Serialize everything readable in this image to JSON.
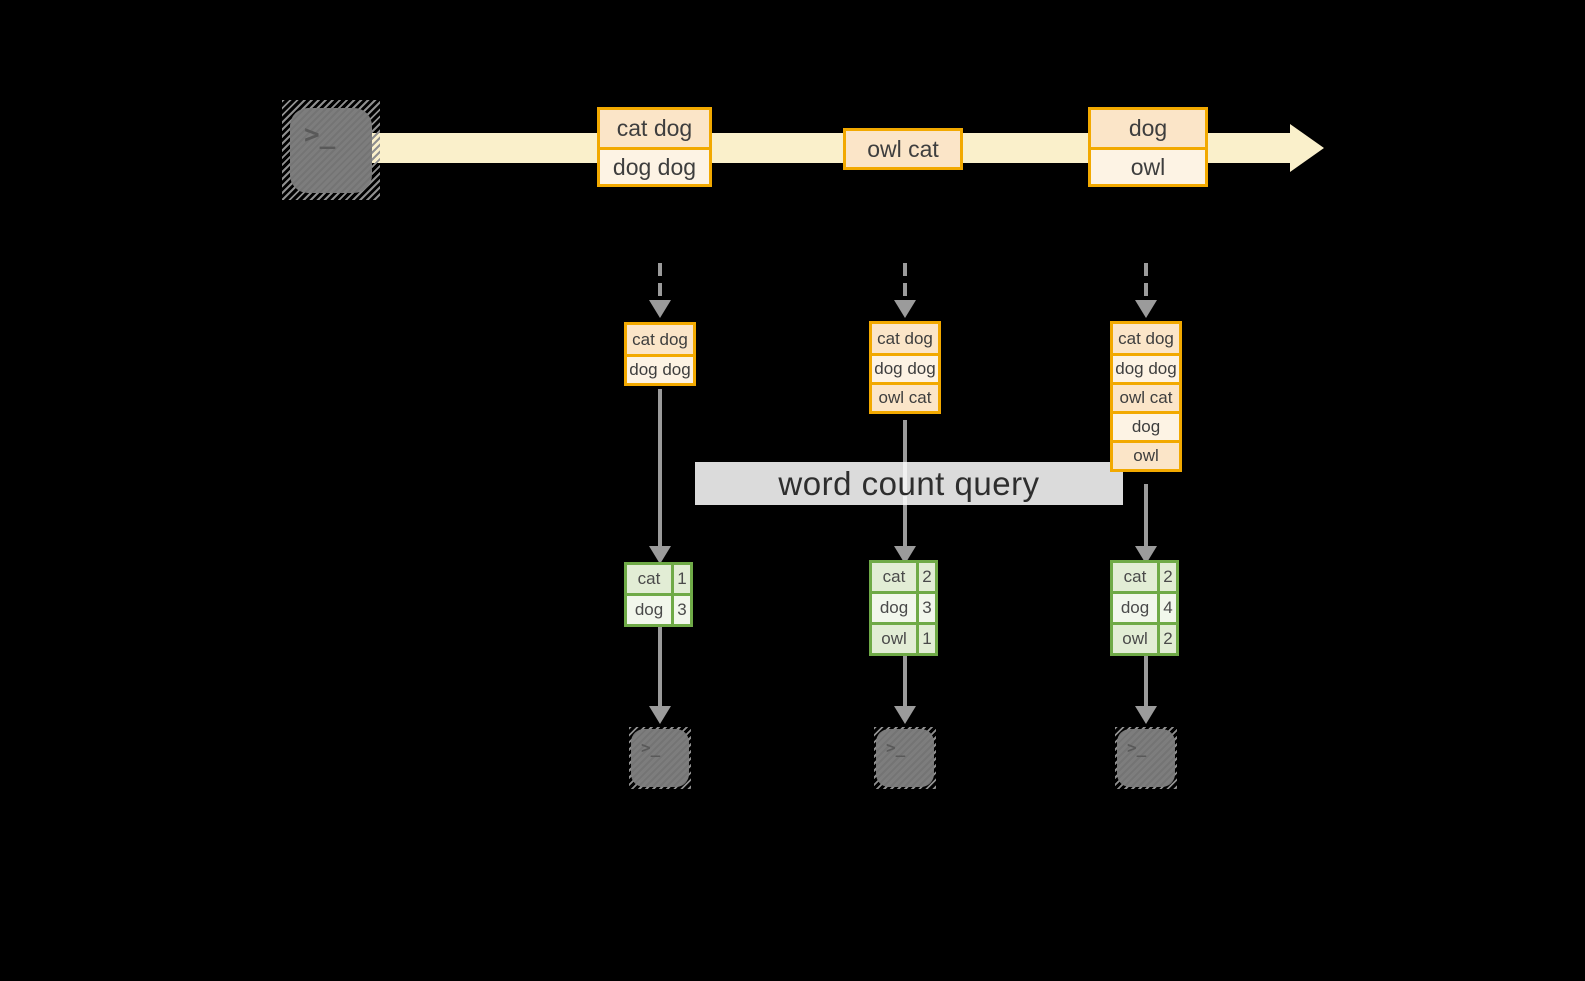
{
  "colors": {
    "background": "#000000",
    "accent_orange": "#F2A900",
    "cell_peach": "#FBE5C8",
    "cell_light": "#FDF3E4",
    "band_cream": "#FAF0CB",
    "accent_green": "#6FAA47",
    "green_row_dark": "#E2EDD5",
    "green_row_light": "#F2F7EC",
    "arrow_gray": "#9B9B9B",
    "terminal_gray": "#7D7D7D",
    "label_text": "#2E2E2E"
  },
  "icons": {
    "terminal_glyph": ">_"
  },
  "timeline": {
    "events": [
      {
        "cells": [
          "cat dog",
          "dog dog"
        ]
      },
      {
        "cells": [
          "owl cat"
        ]
      },
      {
        "cells": [
          "dog",
          "owl"
        ]
      }
    ]
  },
  "query_label": "word count query",
  "columns": [
    {
      "buffer": [
        "cat dog",
        "dog dog"
      ],
      "counts": [
        [
          "cat",
          "1"
        ],
        [
          "dog",
          "3"
        ]
      ]
    },
    {
      "buffer": [
        "cat dog",
        "dog dog",
        "owl cat"
      ],
      "counts": [
        [
          "cat",
          "2"
        ],
        [
          "dog",
          "3"
        ],
        [
          "owl",
          "1"
        ]
      ]
    },
    {
      "buffer": [
        "cat dog",
        "dog dog",
        "owl cat",
        "dog",
        "owl"
      ],
      "counts": [
        [
          "cat",
          "2"
        ],
        [
          "dog",
          "4"
        ],
        [
          "owl",
          "2"
        ]
      ]
    }
  ]
}
